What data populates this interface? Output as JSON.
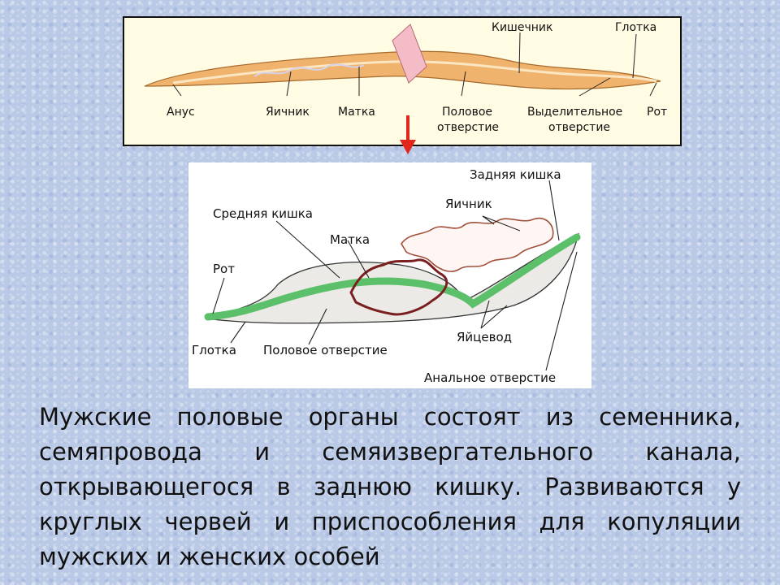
{
  "top_diagram": {
    "labels": {
      "anus": "Анус",
      "ovary": "Яичник",
      "uterus": "Матка",
      "genital_opening_1": "Половое",
      "genital_opening_2": "отверстие",
      "excretory_opening_1": "Выделительное",
      "excretory_opening_2": "отверстие",
      "mouth": "Рот",
      "intestine": "Кишечник",
      "pharynx": "Глотка"
    }
  },
  "bottom_diagram": {
    "labels": {
      "hindgut": "Задняя кишка",
      "ovary": "Яичник",
      "midgut": "Средняя кишка",
      "uterus": "Матка",
      "mouth": "Рот",
      "pharynx": "Глотка",
      "genital_opening": "Половое отверстие",
      "oviduct": "Яйцевод",
      "anal_opening": "Анальное отверстие"
    }
  },
  "body_text": "Мужские половые органы состоят из семенника, семяпровода и семяизвергательного канала, открывающегося в заднюю кишку. Развиваются у круглых червей и приспособления для копуляции мужских и женских особей",
  "colors": {
    "worm_body": "#f0b36d",
    "intestine_green": "#5cc06a",
    "uterus_red": "#7a1f1f",
    "arrow_red": "#e3261c"
  }
}
